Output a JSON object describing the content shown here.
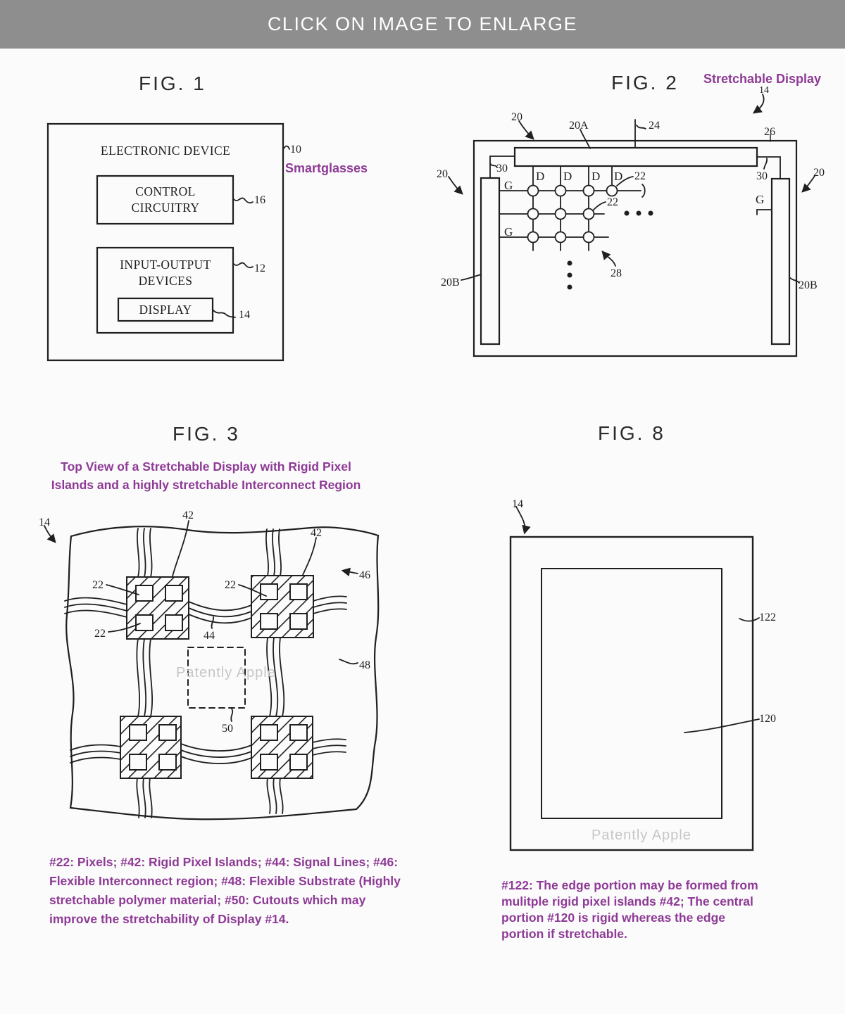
{
  "banner": {
    "text": "CLICK ON IMAGE TO ENLARGE",
    "bg": "#8e8e8e",
    "fg": "#ffffff"
  },
  "colors": {
    "purple": "#8e3a96",
    "line": "#1f1f1f",
    "watermark": "#c6c6c6",
    "page_bg": "#fbfbfb"
  },
  "watermark_text": "Patently Apple",
  "fig1": {
    "title": "FIG. 1",
    "device_label": "ELECTRONIC DEVICE",
    "control_label": "CONTROL CIRCUITRY",
    "io_label": "INPUT-OUTPUT DEVICES",
    "display_label": "DISPLAY",
    "ref_10": "10",
    "ref_16": "16",
    "ref_12": "12",
    "ref_14": "14",
    "annotation": "Smartglasses"
  },
  "fig2": {
    "title": "FIG. 2",
    "annotation": "Stretchable Display",
    "ref_14": "14",
    "ref_20": "20",
    "ref_20a": "20A",
    "ref_24": "24",
    "ref_26": "26",
    "ref_30": "30",
    "ref_22": "22",
    "ref_28": "28",
    "ref_20b": "20B",
    "gate_line_label": "G",
    "data_line_label": "D"
  },
  "fig3": {
    "title": "FIG. 3",
    "caption_lines": [
      "Top View of a Stretchable Display with Rigid Pixel",
      "Islands and a highly stretchable Interconnect Region"
    ],
    "ref_14": "14",
    "ref_42": "42",
    "ref_22": "22",
    "ref_44": "44",
    "ref_46": "46",
    "ref_48": "48",
    "ref_50": "50",
    "legend_lines": [
      "#22: Pixels; #42: Rigid Pixel Islands; #44: Signal Lines; #46:",
      "Flexible Interconnect region; #48: Flexible Substrate (Highly",
      "stretchable polymer material; #50: Cutouts which may",
      "improve the stretchability of Display #14."
    ]
  },
  "fig8": {
    "title": "FIG. 8",
    "ref_14": "14",
    "ref_122": "122",
    "ref_120": "120",
    "legend_lines": [
      "#122: The edge portion may be formed from",
      "mulitple rigid pixel islands #42; The central",
      "portion #120 is rigid whereas the edge",
      "portion if stretchable."
    ]
  }
}
